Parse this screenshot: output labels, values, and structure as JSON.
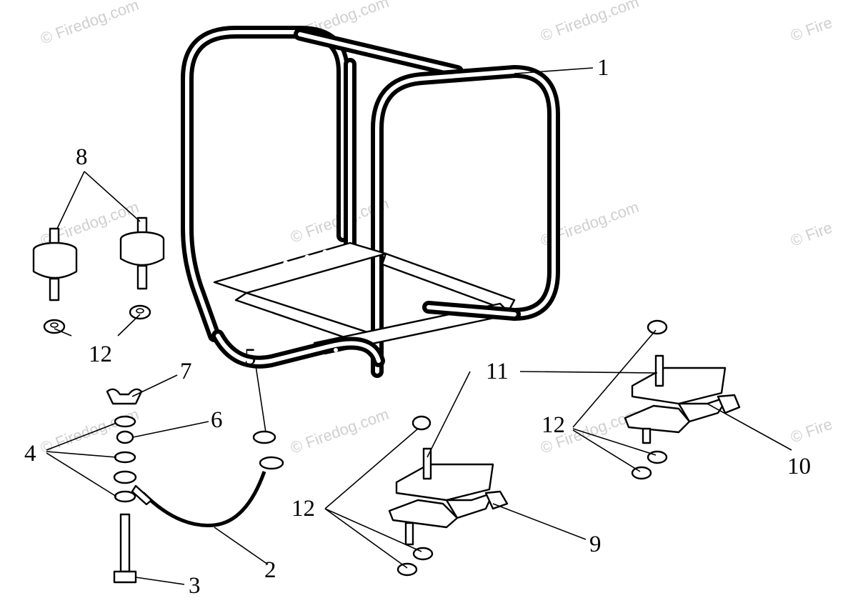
{
  "watermark": {
    "text": "© Firedog.com",
    "partial_text": "© Fire"
  },
  "callouts": [
    {
      "id": "1",
      "label": "1"
    },
    {
      "id": "2",
      "label": "2"
    },
    {
      "id": "3",
      "label": "3"
    },
    {
      "id": "4",
      "label": "4"
    },
    {
      "id": "5",
      "label": "5"
    },
    {
      "id": "6",
      "label": "6"
    },
    {
      "id": "7",
      "label": "7"
    },
    {
      "id": "8",
      "label": "8"
    },
    {
      "id": "9",
      "label": "9"
    },
    {
      "id": "10",
      "label": "10"
    },
    {
      "id": "11a",
      "label": "11"
    },
    {
      "id": "11b",
      "label": "11"
    },
    {
      "id": "12a",
      "label": "12"
    },
    {
      "id": "12b",
      "label": "12"
    },
    {
      "id": "12c",
      "label": "12"
    }
  ],
  "colors": {
    "ink": "#000000",
    "paper": "#ffffff",
    "watermark": "#cfcfcf"
  }
}
